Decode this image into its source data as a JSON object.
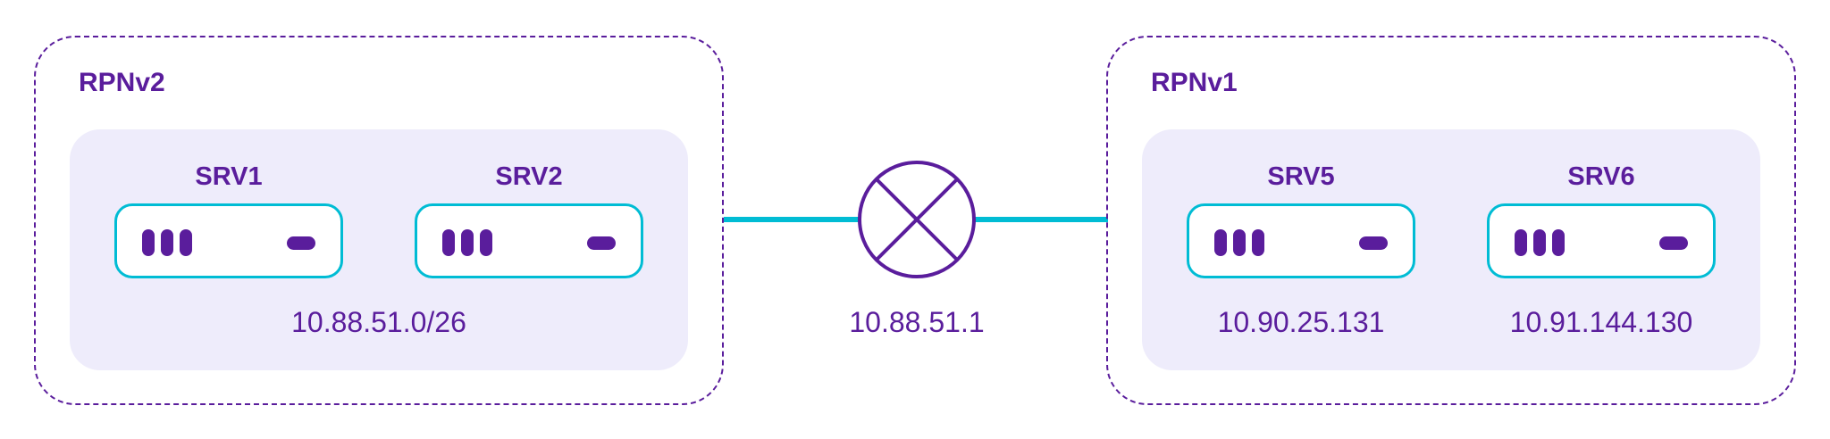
{
  "colors": {
    "accent": "#5a1d9c",
    "link": "#00bcd4",
    "intra_link": "#b31ee6",
    "panel": "#eeecfb"
  },
  "zones": [
    {
      "title": "RPNv2",
      "servers": [
        {
          "label": "SRV1"
        },
        {
          "label": "SRV2"
        }
      ],
      "subnet": "10.88.51.0/26"
    },
    {
      "title": "RPNv1",
      "servers": [
        {
          "label": "SRV5",
          "ip": "10.90.25.131"
        },
        {
          "label": "SRV6",
          "ip": "10.91.144.130"
        }
      ]
    }
  ],
  "router": {
    "icon": "router-icon",
    "ip": "10.88.51.1"
  }
}
